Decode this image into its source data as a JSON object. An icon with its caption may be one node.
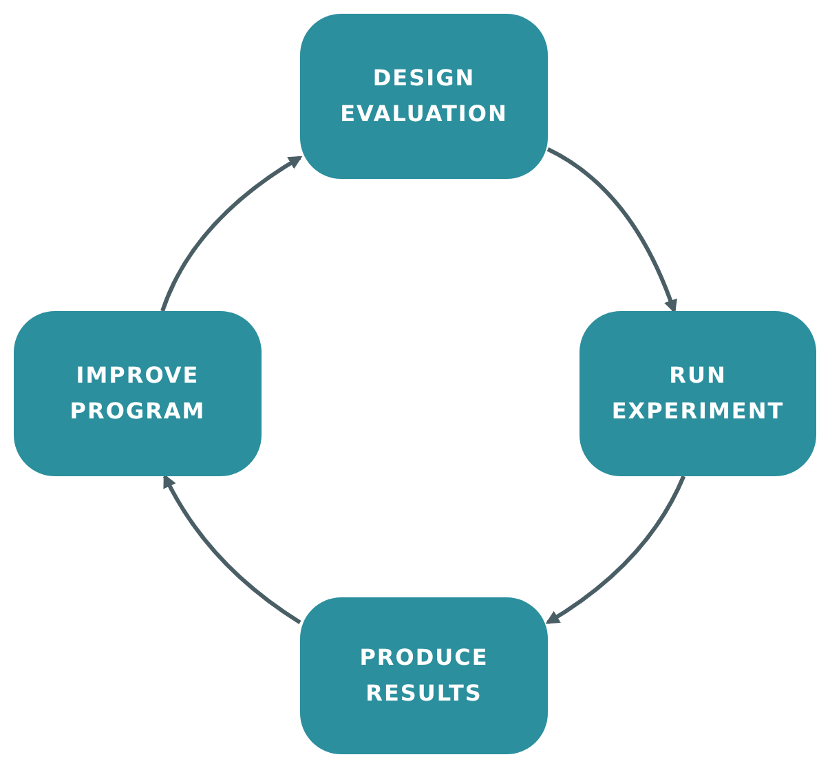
{
  "diagram": {
    "nodes": [
      {
        "text": [
          "DESIGN EVALUATION"
        ]
      },
      {
        "text": [
          "RUN EXPERIMENT"
        ]
      },
      {
        "text": [
          "PRODUCE RESULTS"
        ]
      },
      {
        "text": [
          "IMPROVE PROGRAM"
        ]
      }
    ],
    "edges": [
      {
        "from": 0,
        "to": 1,
        "arrow": "to"
      },
      {
        "from": 1,
        "to": 2,
        "arrow": "to"
      },
      {
        "from": 2,
        "to": 3,
        "arrow": "to"
      },
      {
        "from": 3,
        "to": 0,
        "arrow": "to"
      }
    ]
  }
}
